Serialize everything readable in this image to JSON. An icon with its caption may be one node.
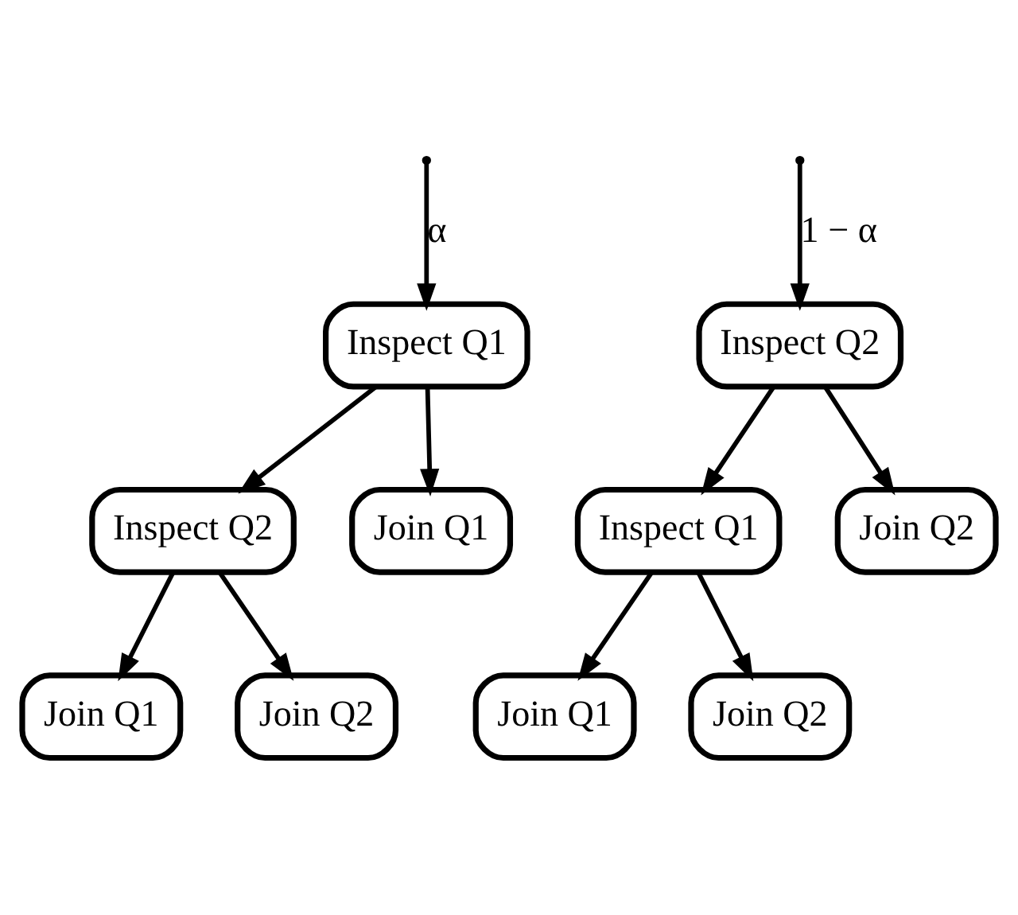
{
  "diagram": {
    "nodes": [
      {
        "text": [
          "Inspect Q1"
        ]
      },
      {
        "text": [
          "Inspect Q2"
        ]
      },
      {
        "text": [
          "Inspect Q2"
        ]
      },
      {
        "text": [
          "Join Q1"
        ]
      },
      {
        "text": [
          "Inspect Q1"
        ]
      },
      {
        "text": [
          "Join Q2"
        ]
      },
      {
        "text": [
          "Join Q1"
        ]
      },
      {
        "text": [
          "Join Q2"
        ]
      },
      {
        "text": [
          "Join Q1"
        ]
      },
      {
        "text": [
          "Join Q2"
        ]
      }
    ],
    "edges": [
      {
        "from": null,
        "to": 0,
        "arrow": "to",
        "label": "α"
      },
      {
        "from": null,
        "to": 1,
        "arrow": "to",
        "label": "1 − α"
      },
      {
        "from": 0,
        "to": 2,
        "arrow": "to"
      },
      {
        "from": 0,
        "to": 3,
        "arrow": "to"
      },
      {
        "from": 1,
        "to": 4,
        "arrow": "to"
      },
      {
        "from": 1,
        "to": 5,
        "arrow": "to"
      },
      {
        "from": 2,
        "to": 6,
        "arrow": "to"
      },
      {
        "from": 2,
        "to": 7,
        "arrow": "to"
      },
      {
        "from": 4,
        "to": 8,
        "arrow": "to"
      },
      {
        "from": 4,
        "to": 9,
        "arrow": "to"
      }
    ]
  }
}
